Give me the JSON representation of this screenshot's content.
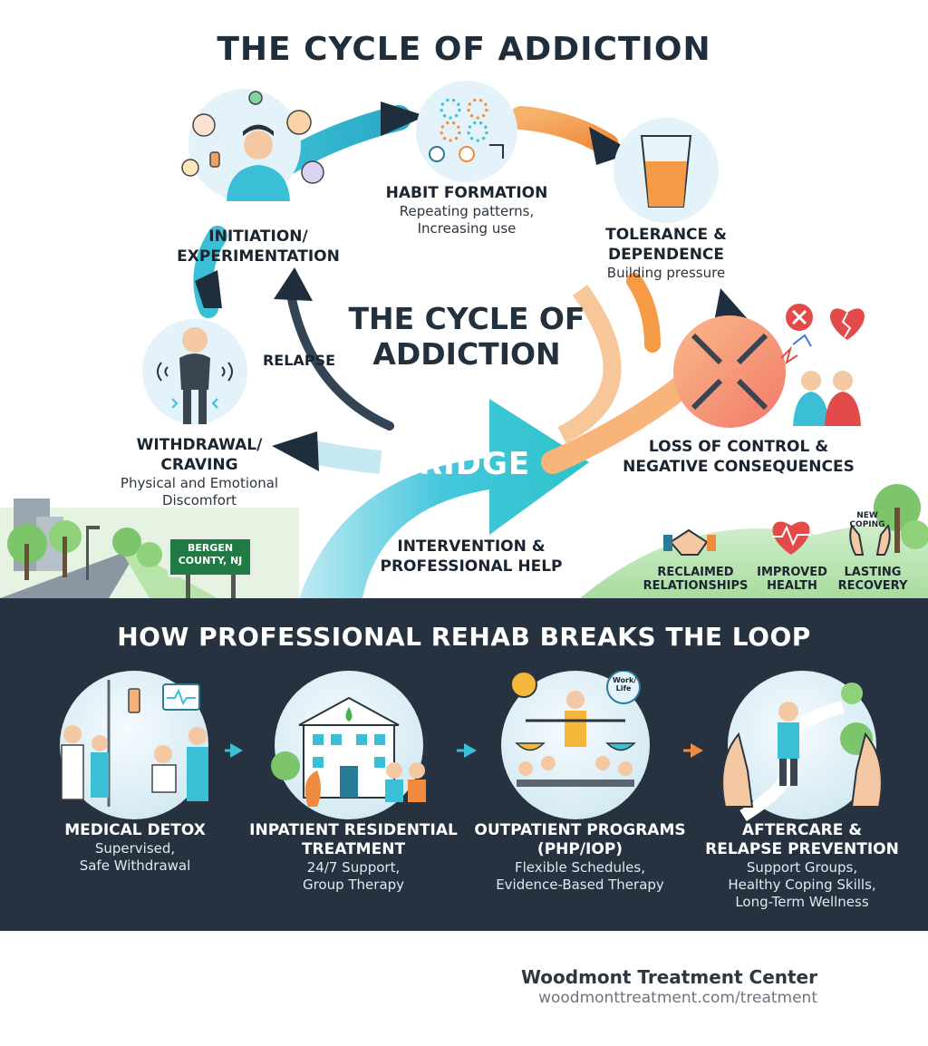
{
  "header": {
    "title": "THE CYCLE OF ADDICTION"
  },
  "center": {
    "title_line1": "THE CYCLE OF",
    "title_line2": "ADDICTION"
  },
  "cycle": {
    "initiation": {
      "line1": "INITIATION/",
      "line2": "EXPERIMENTATION"
    },
    "habit": {
      "title": "HABIT FORMATION",
      "sub1": "Repeating patterns,",
      "sub2": "Increasing use"
    },
    "tolerance": {
      "line1": "TOLERANCE &",
      "line2": "DEPENDENCE",
      "sub": "Building pressure"
    },
    "loss": {
      "line1": "LOSS OF CONTROL &",
      "line2": "NEGATIVE CONSEQUENCES"
    },
    "withdrawal": {
      "line1": "WITHDRAWAL/",
      "line2": "CRAVING",
      "sub1": "Physical and Emotional",
      "sub2": "Discomfort"
    },
    "relapse": "RELAPSE"
  },
  "bridge": {
    "label": "BRIDGE",
    "intervention_line1": "INTERVENTION &",
    "intervention_line2": "PROFESSIONAL HELP"
  },
  "sign": {
    "line1": "BERGEN",
    "line2": "COUNTY, NJ"
  },
  "benefits": [
    {
      "line1": "RECLAIMED",
      "line2": "RELATIONSHIPS"
    },
    {
      "line1": "IMPROVED",
      "line2": "HEALTH"
    },
    {
      "line1": "LASTING",
      "line2": "RECOVERY"
    }
  ],
  "new_coping": {
    "line1": "NEW",
    "line2": "COPING"
  },
  "outpatient_badge": {
    "line1": "Work/",
    "line2": "Life"
  },
  "rehab": {
    "title": "HOW PROFESSIONAL REHAB BREAKS THE LOOP",
    "steps": [
      {
        "title1": "MEDICAL DETOX",
        "title2": "",
        "sub1": "Supervised,",
        "sub2": "Safe Withdrawal",
        "sub3": ""
      },
      {
        "title1": "INPATIENT RESIDENTIAL",
        "title2": "TREATMENT",
        "sub1": "24/7 Support,",
        "sub2": "Group Therapy",
        "sub3": ""
      },
      {
        "title1": "OUTPATIENT PROGRAMS",
        "title2": "(PHP/IOP)",
        "sub1": "Flexible Schedules,",
        "sub2": "Evidence-Based Therapy",
        "sub3": ""
      },
      {
        "title1": "AFTERCARE &",
        "title2": "RELAPSE PREVENTION",
        "sub1": "Support Groups,",
        "sub2": "Healthy Coping Skills,",
        "sub3": "Long-Term Wellness"
      }
    ]
  },
  "footer": {
    "name": "Woodmont Treatment Center",
    "url": "woodmonttreatment.com/treatment"
  },
  "colors": {
    "teal": "#3bbfd6",
    "orange": "#f59a45",
    "dark_panel": "#263240",
    "accent_green": "#1f7a44"
  }
}
